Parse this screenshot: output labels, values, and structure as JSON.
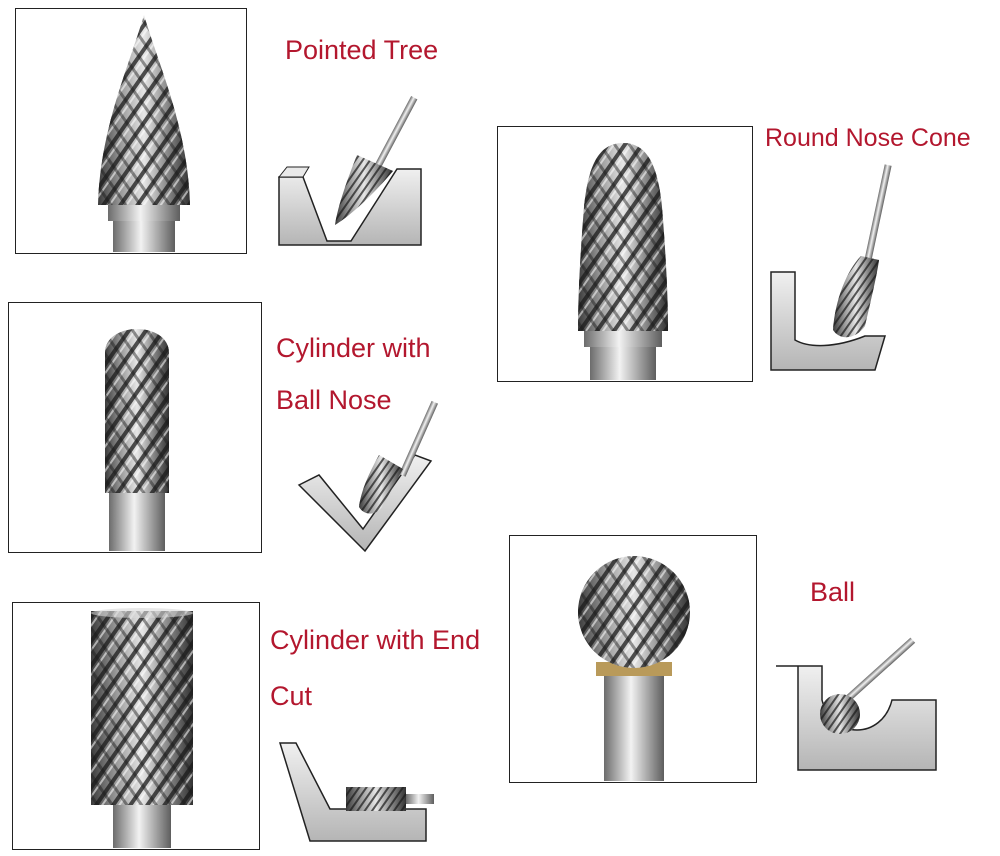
{
  "title": "Carbide Burr Shapes",
  "accent_color": "#b3172e",
  "burrs": [
    {
      "id": "pointed-tree",
      "label_lines": [
        "Pointed Tree"
      ],
      "icon": "pointed-tree-burr-icon"
    },
    {
      "id": "round-nose-cone",
      "label_lines": [
        "Round Nose Cone"
      ],
      "icon": "round-nose-cone-burr-icon"
    },
    {
      "id": "cylinder-ball-nose",
      "label_lines": [
        "Cylinder with",
        "Ball Nose"
      ],
      "icon": "cylinder-ball-nose-burr-icon"
    },
    {
      "id": "cylinder-end-cut",
      "label_lines": [
        "Cylinder with End",
        "Cut"
      ],
      "icon": "cylinder-end-cut-burr-icon"
    },
    {
      "id": "ball",
      "label_lines": [
        "Ball"
      ],
      "icon": "ball-burr-icon"
    }
  ]
}
